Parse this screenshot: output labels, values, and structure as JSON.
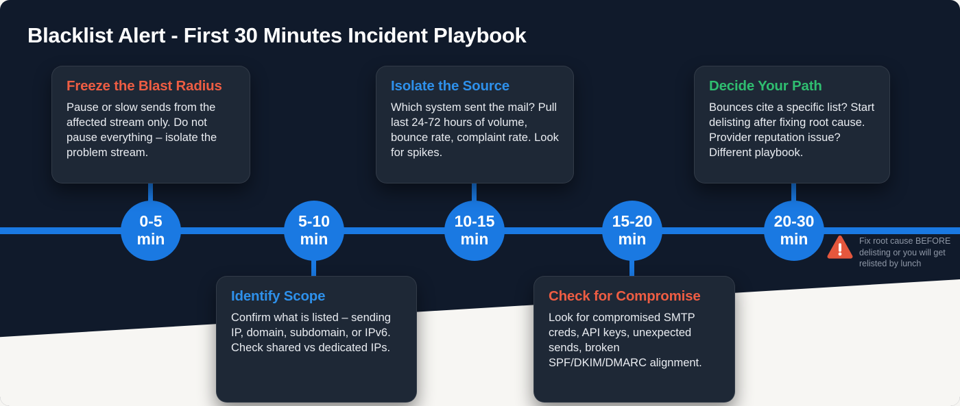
{
  "title": "Blacklist Alert - First 30 Minutes Incident Playbook",
  "colors": {
    "background": "#101a2b",
    "card_background": "#1e2836",
    "timeline_blue": "#1a79e2",
    "accent_orange": "#ee5d43",
    "accent_blue": "#2e90ea",
    "accent_green": "#2fbe70",
    "warning_triangle": "#e4573d",
    "warning_text_gray": "#8e97a6",
    "wedge_white": "#f7f6f3"
  },
  "nodes": [
    {
      "range": "0-5",
      "unit": "min"
    },
    {
      "range": "5-10",
      "unit": "min"
    },
    {
      "range": "10-15",
      "unit": "min"
    },
    {
      "range": "15-20",
      "unit": "min"
    },
    {
      "range": "20-30",
      "unit": "min"
    }
  ],
  "cards": [
    {
      "title": "Freeze the Blast Radius",
      "accent": "#ee5d43",
      "position": "top",
      "body": "Pause or slow sends from the affected stream only. Do not pause everything – isolate the problem stream."
    },
    {
      "title": "Identify Scope",
      "accent": "#2e90ea",
      "position": "bottom",
      "body": "Confirm what is listed – sending IP, domain, subdomain, or IPv6. Check shared vs dedicated IPs."
    },
    {
      "title": "Isolate the Source",
      "accent": "#2e90ea",
      "position": "top",
      "body": "Which system sent the mail? Pull last 24-72 hours of volume, bounce rate, complaint rate. Look for spikes."
    },
    {
      "title": "Check for Compromise",
      "accent": "#ee5d43",
      "position": "bottom",
      "body": "Look for compromised SMTP creds, API keys, unexpected sends, broken SPF/DKIM/DMARC alignment."
    },
    {
      "title": "Decide Your Path",
      "accent": "#2fbe70",
      "position": "top",
      "body": "Bounces cite a specific list? Start delisting after fixing root cause. Provider reputation issue? Different playbook."
    }
  ],
  "warning": {
    "icon": "warning-triangle-icon",
    "text": "Fix root cause BEFORE delisting or you will get relisted by lunch"
  }
}
